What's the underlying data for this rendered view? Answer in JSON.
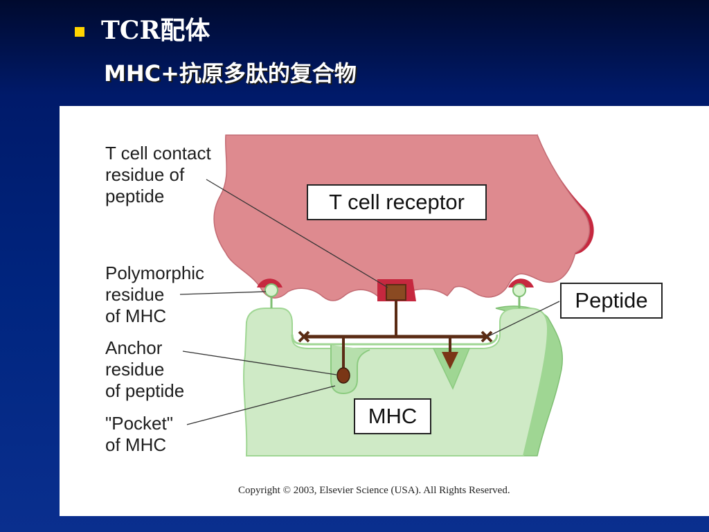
{
  "slide": {
    "title": "TCR配体",
    "subtitle": "MHC+抗原多肽的复合物"
  },
  "diagram": {
    "boxes": {
      "tcr": "T cell receptor",
      "peptide": "Peptide",
      "mhc": "MHC"
    },
    "labels": {
      "tcell_contact": [
        "T cell contact",
        "residue of",
        "peptide"
      ],
      "polymorphic": [
        "Polymorphic",
        "residue",
        "of MHC"
      ],
      "anchor": [
        "Anchor",
        "residue",
        "of peptide"
      ],
      "pocket": [
        "\"Pocket\"",
        "of MHC"
      ]
    },
    "copyright": "Copyright © 2003, Elsevier Science (USA). All Rights Reserved."
  },
  "colors": {
    "tcr_fill": "#de8a8f",
    "tcr_edge": "#c6283f",
    "mhc_fill": "#cfeac6",
    "mhc_edge": "#9fd693",
    "peptide": "#5a2b14",
    "bullet": "#ffd400"
  }
}
